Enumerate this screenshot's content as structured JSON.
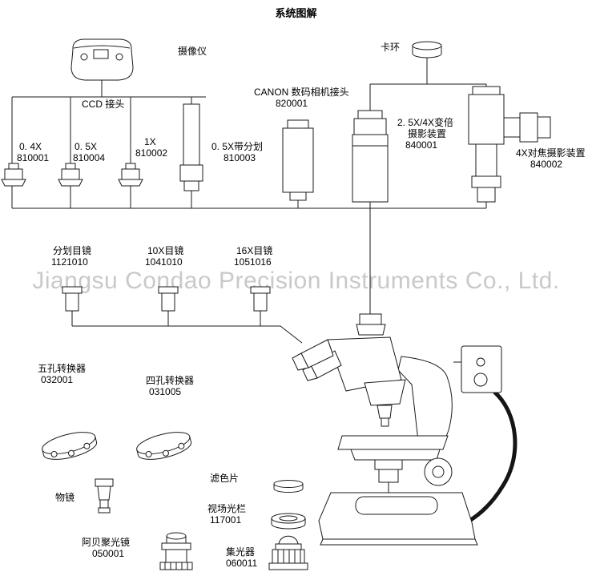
{
  "title": "系统图解",
  "watermark": "Jiangsu Condao Precision Instruments Co., Ltd.",
  "colors": {
    "line": "#1a1a1a",
    "watermark": "#c9c9c9",
    "background": "#ffffff"
  },
  "labels": {
    "camera": "摄像仪",
    "ccd": "CCD 接头",
    "adapter04x_name": "0. 4X",
    "adapter04x_code": "810001",
    "adapter05x_name": "0. 5X",
    "adapter05x_code": "810004",
    "adapter1x_name": "1X",
    "adapter1x_code": "810002",
    "adapter05xr_name": "0. 5X带分划",
    "adapter05xr_code": "810003",
    "canon_name": "CANON 数码相机接头",
    "canon_code": "820001",
    "ring": "卡环",
    "zoom_line1": "2. 5X/4X变倍",
    "zoom_line2": "摄影装置",
    "zoom_code": "840001",
    "focus_name": "4X对焦摄影装置",
    "focus_code": "840002",
    "reticle_eyepiece_name": "分划目镜",
    "reticle_eyepiece_code": "1121010",
    "eyepiece10_name": "10X目镜",
    "eyepiece10_code": "1041010",
    "eyepiece16_name": "16X目镜",
    "eyepiece16_code": "1051016",
    "nose5_name": "五孔转换器",
    "nose5_code": "032001",
    "nose4_name": "四孔转换器",
    "nose4_code": "031005",
    "objective": "物镜",
    "abbe_name": "阿贝聚光镜",
    "abbe_code": "050001",
    "filter": "滤色片",
    "fieldstop_name": "视场光栏",
    "fieldstop_code": "117001",
    "collector_name": "集光器",
    "collector_code": "060011"
  }
}
